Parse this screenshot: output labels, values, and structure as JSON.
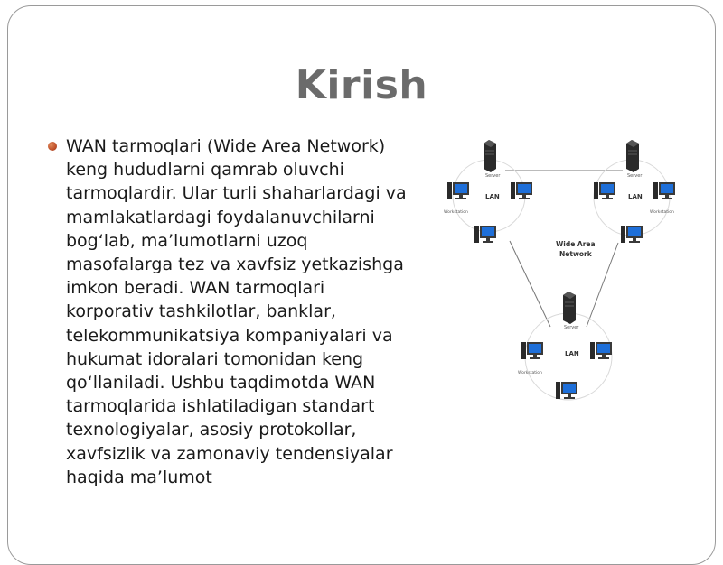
{
  "slide": {
    "title": "Kirish",
    "bullets": [
      "WAN tarmoqlari (Wide Area Network) keng hududlarni qamrab oluvchi tarmoqlardir. Ular turli shaharlardagi va mamlakatlardagi foydalanuvchilarni bog‘lab, ma’lumotlarni uzoq masofalarga tez va xavfsiz yetkazishga imkon beradi. WAN tarmoqlari korporativ tashkilotlar, banklar, telekommunikatsiya kompaniyalari va hukumat idoralari tomonidan keng qo‘llaniladi. Ushbu taqdimotda WAN tarmoqlarida ishlatiladigan standart texnologiyalar, asosiy protokollar, xavfsizlik va zamonaviy tendensiyalar haqida ma’lumot"
    ]
  },
  "diagram": {
    "center_label_line1": "Wide Area",
    "center_label_line2": "Network",
    "lans": [
      {
        "label": "LAN",
        "server_label": "Server",
        "workstation_label": "Workstation"
      },
      {
        "label": "LAN",
        "server_label": "Server",
        "workstation_label": "Workstation"
      },
      {
        "label": "LAN",
        "server_label": "Server",
        "workstation_label": "Workstation"
      }
    ],
    "icons": {
      "server": "server-icon",
      "computer": "computer-icon"
    },
    "colors": {
      "screen": "#1e6fd9",
      "tower": "#2a2a2a",
      "bullet": "#c0502a",
      "title": "#6b6b6b"
    }
  }
}
